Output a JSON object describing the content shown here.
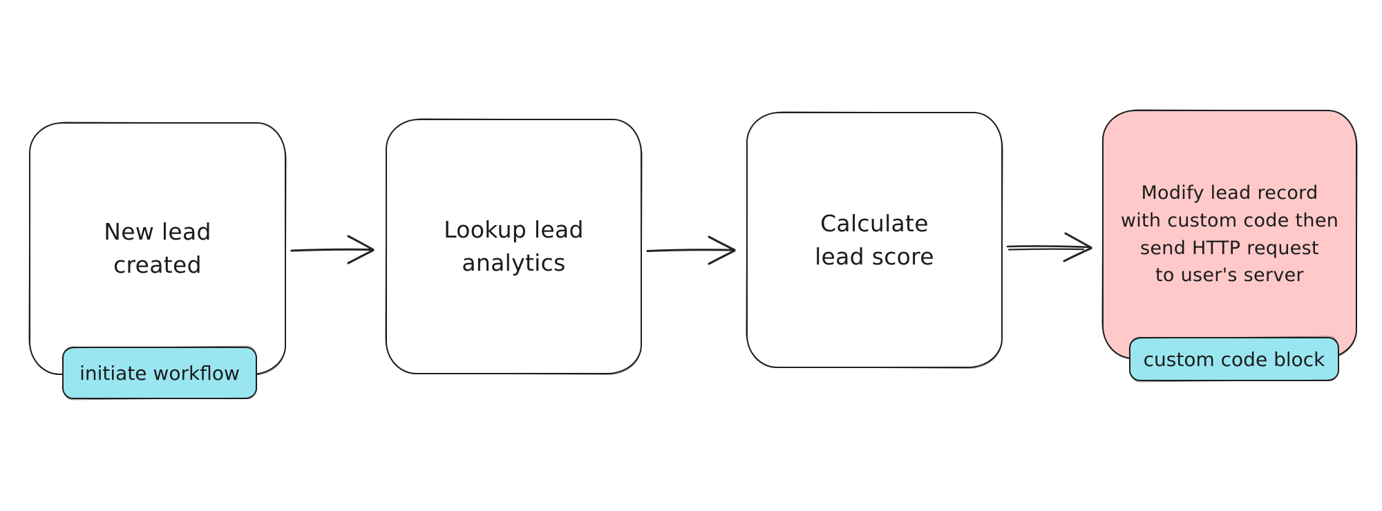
{
  "diagram": {
    "type": "flowchart",
    "direction": "left-to-right",
    "colors": {
      "background": "#ffffff",
      "stroke": "#1e1e1e",
      "node_fill": "#ffffff",
      "highlight_node_fill": "#ffc9c9",
      "badge_fill": "#99e6f0",
      "text": "#1b1b1b"
    },
    "nodes": [
      {
        "id": "new-lead-created",
        "label": "New lead created",
        "lines": [
          "New lead",
          "created"
        ],
        "fill": "#ffffff",
        "badge": "initiate workflow"
      },
      {
        "id": "lookup-lead-analytics",
        "label": "Lookup lead analytics",
        "lines": [
          "Lookup lead",
          "analytics"
        ],
        "fill": "#ffffff"
      },
      {
        "id": "calculate-lead-score",
        "label": "Calculate lead score",
        "lines": [
          "Calculate",
          "lead score"
        ],
        "fill": "#ffffff"
      },
      {
        "id": "modify-lead-record",
        "label": "Modify lead record with custom code then send HTTP request to user's server",
        "lines": [
          "Modify lead record",
          "with custom code then",
          "send HTTP request",
          "to user's server"
        ],
        "fill": "#ffc9c9",
        "badge": "custom code block"
      }
    ],
    "edges": [
      {
        "from": "new-lead-created",
        "to": "lookup-lead-analytics",
        "style": "hand-drawn arrow"
      },
      {
        "from": "lookup-lead-analytics",
        "to": "calculate-lead-score",
        "style": "hand-drawn arrow"
      },
      {
        "from": "calculate-lead-score",
        "to": "modify-lead-record",
        "style": "hand-drawn arrow, doubled shaft"
      }
    ]
  }
}
